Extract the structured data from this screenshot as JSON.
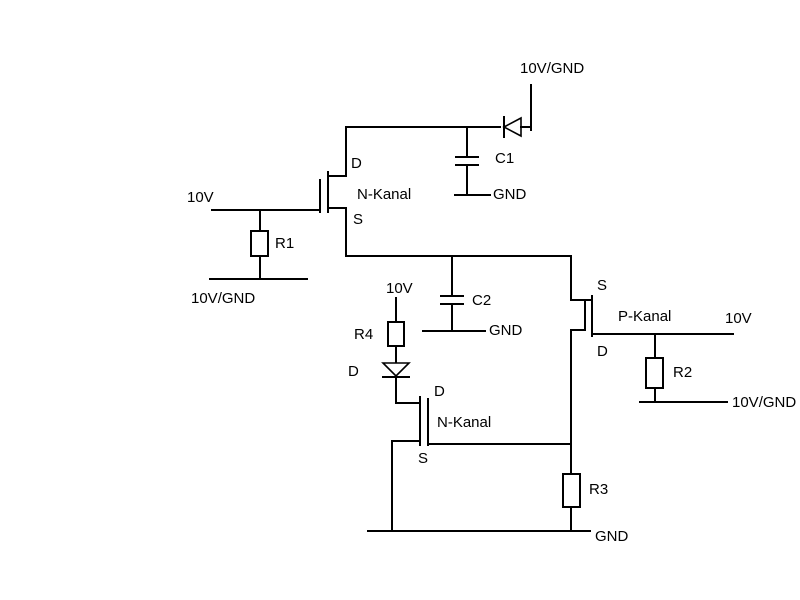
{
  "labels": {
    "top_supply": "10V/GND",
    "c1": "C1",
    "gnd_c1": "GND",
    "q1_drain": "D",
    "q1_type": "N-Kanal",
    "q1_source": "S",
    "input_10v": "10V",
    "r1": "R1",
    "r1_supply": "10V/GND",
    "r4_supply": "10V",
    "c2": "C2",
    "gnd_c2": "GND",
    "r4": "R4",
    "diode": "D",
    "q3_drain": "D",
    "q3_type": "N-Kanal",
    "q3_source": "S",
    "q2_source": "S",
    "q2_type": "P-Kanal",
    "q2_drain": "D",
    "q2_supply": "10V",
    "r2": "R2",
    "r2_supply": "10V/GND",
    "r3": "R3",
    "gnd_bottom": "GND"
  },
  "colors": {
    "ink": "#000000",
    "background": "#ffffff"
  }
}
